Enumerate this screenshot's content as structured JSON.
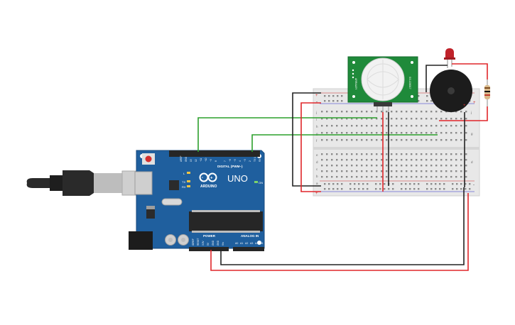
{
  "arduino": {
    "logo": "UNO",
    "brand": "ARDUINO",
    "digital_label": "DIGITAL (PWM~)",
    "power_label": "POWER",
    "analog_label": "ANALOG IN",
    "on_label": "ON",
    "led_l": "L",
    "led_tx": "TX",
    "led_rx": "RX",
    "digital_pins": [
      "AREF",
      "GND",
      "13",
      "12",
      "~11",
      "~10",
      "~9",
      "8",
      "7",
      "~6",
      "~5",
      "4",
      "~3",
      "2",
      "TX 1",
      "RX 0"
    ],
    "power_pins": [
      "IOREF",
      "RESET",
      "3.3V",
      "5V",
      "GND",
      "GND",
      "Vin"
    ],
    "analog_pins": [
      "A0",
      "A1",
      "A2",
      "A3",
      "A4",
      "A5"
    ]
  },
  "pir_sensor": {
    "left_text": "ARRALEY",
    "right_text": "SS-130017"
  },
  "breadboard": {
    "row_letters_top": [
      "j",
      "i",
      "h",
      "g",
      "f"
    ],
    "row_letters_bottom": [
      "e",
      "d",
      "c",
      "b",
      "a"
    ],
    "rail_plus": "+",
    "rail_minus": "-"
  },
  "colors": {
    "board_blue": "#1f5f9e",
    "wire_green": "#2ca02c",
    "wire_red": "#e0262a",
    "wire_black": "#222222",
    "pir_green": "#1f8a3a",
    "breadboard": "#e8e8e8"
  }
}
